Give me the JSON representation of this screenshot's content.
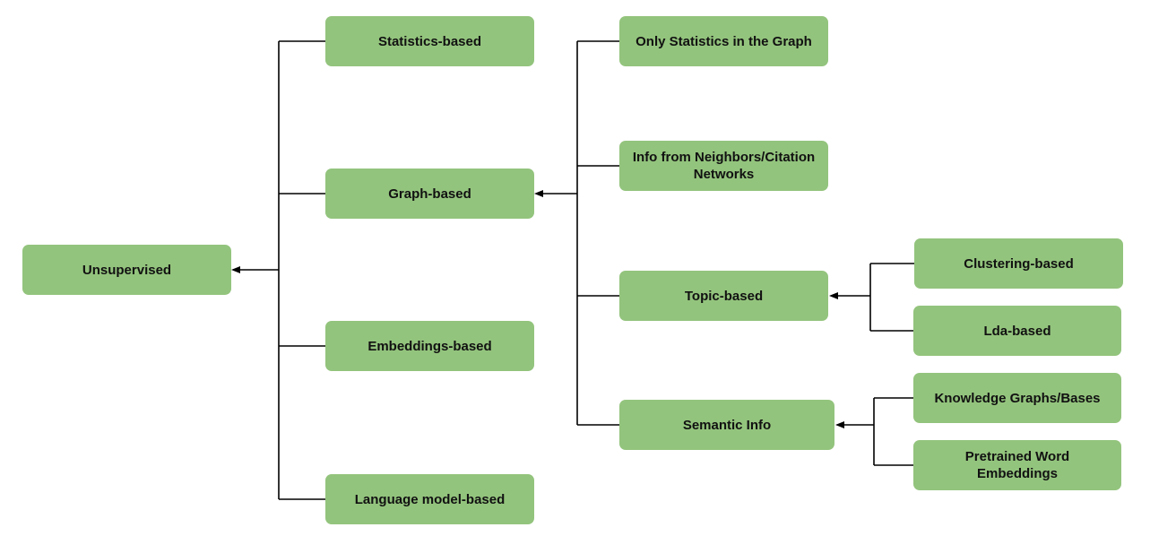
{
  "nodes": {
    "unsupervised": "Unsupervised",
    "statistics_based": "Statistics-based",
    "graph_based": "Graph-based",
    "embeddings_based": "Embeddings-based",
    "language_model_based": "Language model-based",
    "only_statistics": "Only Statistics in the Graph",
    "info_from_neighbors": "Info from Neighbors/Citation Networks",
    "topic_based": "Topic-based",
    "semantic_info": "Semantic Info",
    "clustering_based": "Clustering-based",
    "lda_based": "Lda-based",
    "knowledge_graphs": "Knowledge Graphs/Bases",
    "pretrained_word_embeddings": "Pretrained Word Embeddings"
  },
  "colors": {
    "node_fill": "#93c47d",
    "connector": "#000000",
    "text": "#111111"
  }
}
